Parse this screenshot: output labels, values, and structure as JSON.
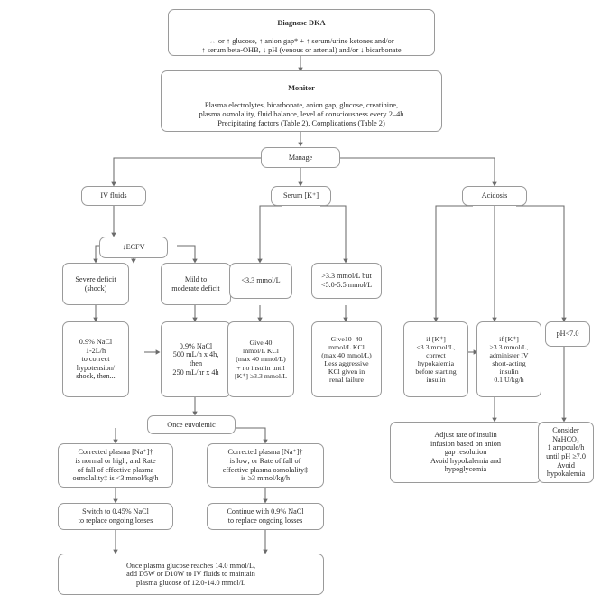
{
  "meta": {
    "title": "Diabetic Ketoacidosis (DKA) Management Flowchart",
    "background": "#ffffff",
    "box_border_color": "#9a9a9a",
    "wire_color": "#6b6b6b",
    "text_color": "#2b2b2b"
  },
  "nodes": {
    "diagnose": {
      "title": "Diagnose DKA",
      "line1": "↔ or ↑ glucose, ↑ anion gap* + ↑ serum/urine ketones and/or",
      "line2": "↑ serum beta-OHB, ↓ pH (venous or arterial) and/or ↓ bicarbonate"
    },
    "monitor": {
      "title": "Monitor",
      "line1": "Plasma electrolytes, bicarbonate, anion gap, glucose, creatinine,",
      "line2": "plasma osmolality, fluid balance, level of consciousness every 2–4h",
      "line3": "Precipitating factors (Table 2), Complications (Table 2)"
    },
    "manage": {
      "label": "Manage"
    },
    "iv_fluids": {
      "label": "IV fluids"
    },
    "serum_k": {
      "label": "Serum [K⁺]"
    },
    "acidosis": {
      "label": "Acidosis"
    },
    "ecfv": {
      "label": "↓ECFV"
    },
    "severe_deficit": {
      "label": "Severe deficit\n(shock)"
    },
    "mild_moderate_deficit": {
      "label": "Mild to\nmoderate deficit"
    },
    "k_low": {
      "label": "<3.3 mmol/L"
    },
    "k_mid": {
      "label": ">3.3 mmol/L but\n<5.0-5.5 mmol/L"
    },
    "nacl_severe": {
      "label": "0.9% NaCl\n1-2L/h\nto correct\nhypotension/\nshock, then..."
    },
    "nacl_mild": {
      "label": "0.9% NaCl\n500 mL/h x 4h,\nthen\n250 mL/hr x 4h"
    },
    "kcl_40": {
      "label": "Give 40\nmmol/L KCl\n(max 40 mmol/L)\n+ no insulin until\n[K⁺] ≥3.3 mmol/L"
    },
    "kcl_10_40": {
      "label": "Give10–40\nmmol/L KCl\n(max 40 mmol/L)\nLess aggressive\nKCl given in\nrenal failure"
    },
    "insulin_k_low": {
      "label": "if [K⁺]\n<3.3 mmol/L,\ncorrect\nhypokalemia\nbefore starting\ninsulin"
    },
    "insulin_k_ok": {
      "label": "if [K⁺]\n≥3.3 mmol/L,\nadminister IV\nshort-acting\ninsulin\n0.1 U/kg/h"
    },
    "ph_low": {
      "label": "pH<7.0"
    },
    "adjust_insulin": {
      "label": "Adjust rate of insulin\ninfusion based on anion\ngap resolution\nAvoid hypokalemia and\nhypoglycemia"
    },
    "consider_bicarb": {
      "label": "Consider\nNaHCO₃\n1 ampoule/h\nuntil pH ≥7.0\nAvoid\nhypokalemia"
    },
    "once_euvolemic": {
      "label": "Once euvolemic"
    },
    "na_normal_high": {
      "label": "Corrected plasma [Na⁺]†\nis normal or high; and Rate\nof fall of effective plasma\nosmolality‡ is <3 mmol/kg/h"
    },
    "na_low": {
      "label": "Corrected plasma [Na⁺]†\nis low; or Rate of fall of\neffective plasma osmolality‡\nis ≥3 mmol/kg/h"
    },
    "switch_045": {
      "label": "Switch to 0.45% NaCl\nto replace ongoing losses"
    },
    "continue_09": {
      "label": "Continue with 0.9% NaCl\nto replace ongoing losses"
    },
    "glucose_target": {
      "label": "Once plasma glucose reaches 14.0 mmol/L,\nadd D5W or D10W to IV fluids to maintain\nplasma glucose of 12.0-14.0 mmol/L"
    }
  }
}
